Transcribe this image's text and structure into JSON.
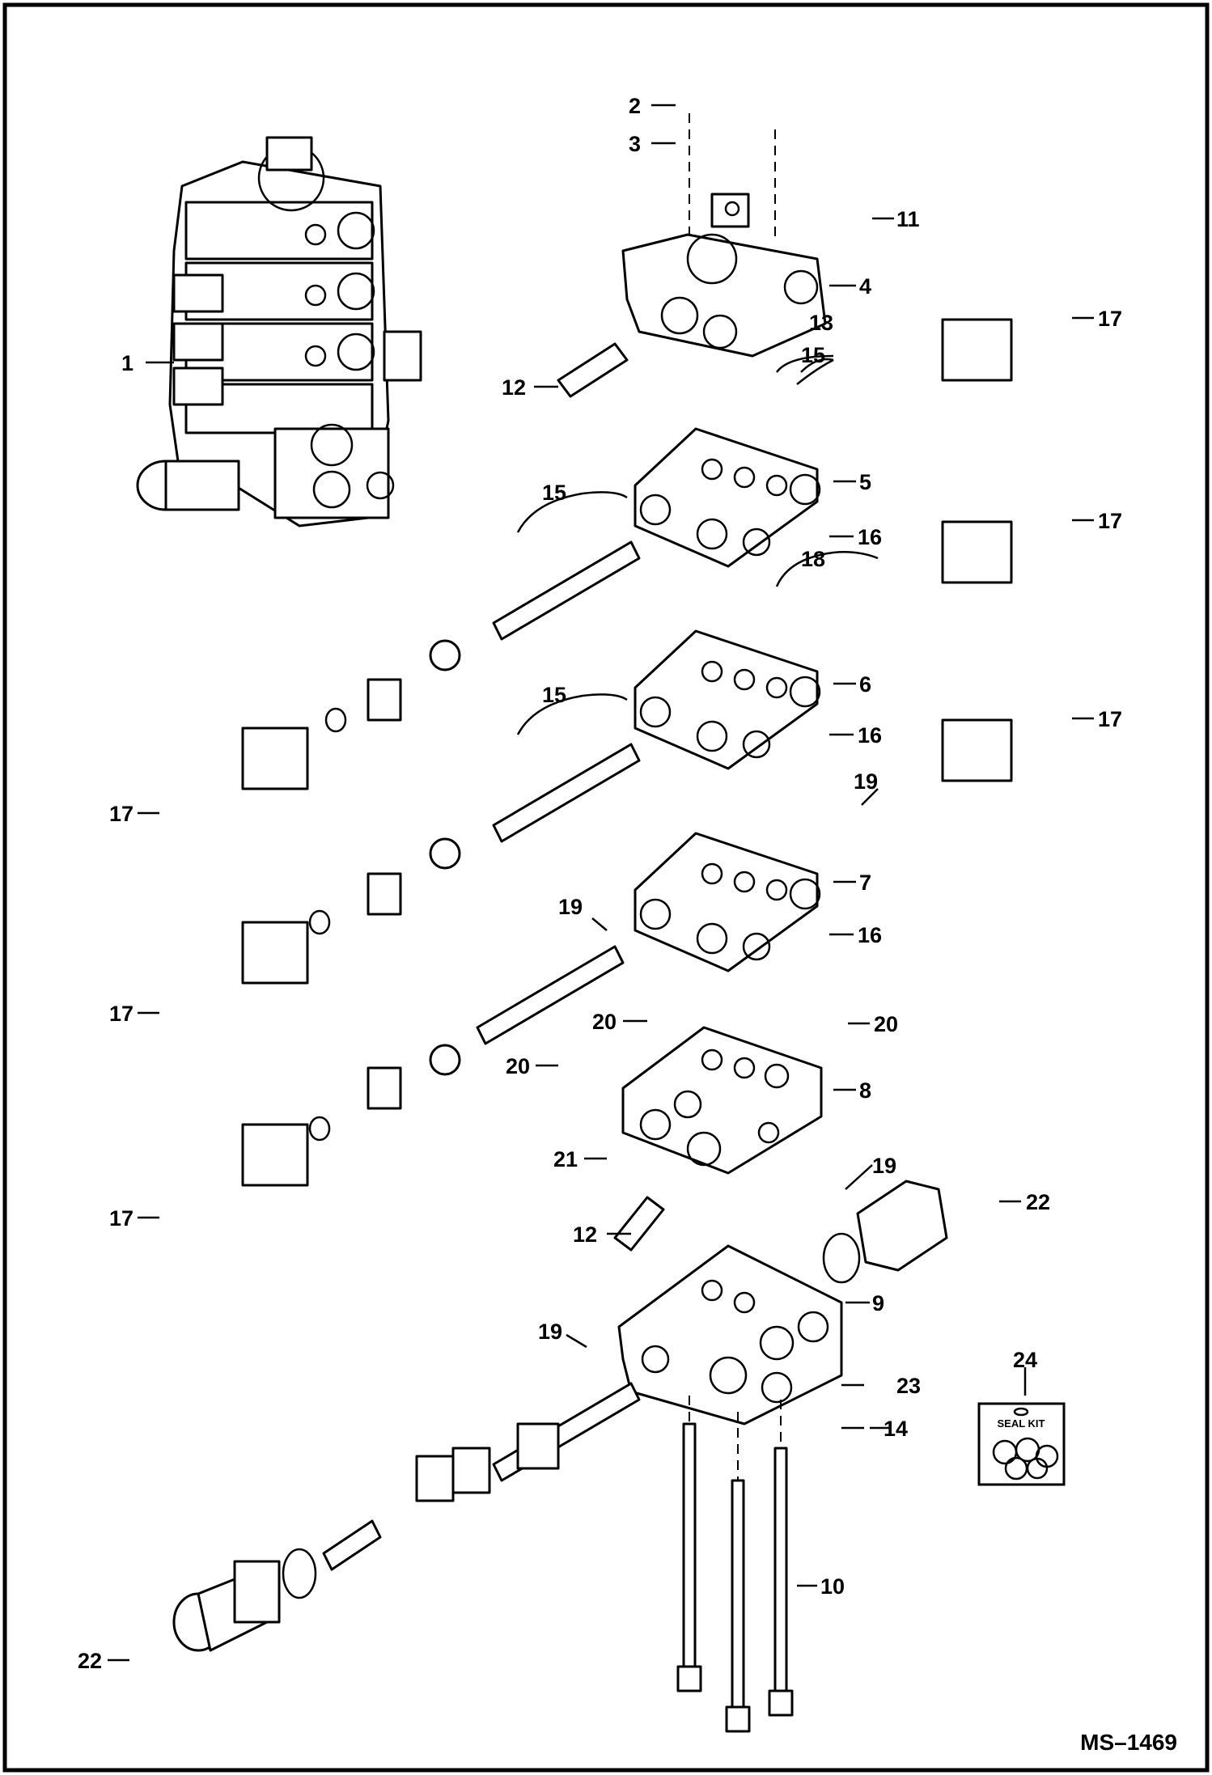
{
  "diagram": {
    "drawing_code": "MS–1469",
    "seal_kit_label": "SEAL KIT",
    "callouts": [
      {
        "id": "c1",
        "label": "1"
      },
      {
        "id": "c2",
        "label": "2"
      },
      {
        "id": "c3",
        "label": "3"
      },
      {
        "id": "c4",
        "label": "4"
      },
      {
        "id": "c5",
        "label": "5"
      },
      {
        "id": "c6",
        "label": "6"
      },
      {
        "id": "c7",
        "label": "7"
      },
      {
        "id": "c8",
        "label": "8"
      },
      {
        "id": "c9",
        "label": "9"
      },
      {
        "id": "c10",
        "label": "10"
      },
      {
        "id": "c11",
        "label": "11"
      },
      {
        "id": "c12a",
        "label": "12"
      },
      {
        "id": "c12b",
        "label": "12"
      },
      {
        "id": "c13",
        "label": "13"
      },
      {
        "id": "c14",
        "label": "14"
      },
      {
        "id": "c15a",
        "label": "15"
      },
      {
        "id": "c15b",
        "label": "15"
      },
      {
        "id": "c15c",
        "label": "15"
      },
      {
        "id": "c16a",
        "label": "16"
      },
      {
        "id": "c16b",
        "label": "16"
      },
      {
        "id": "c16c",
        "label": "16"
      },
      {
        "id": "c17a",
        "label": "17"
      },
      {
        "id": "c17b",
        "label": "17"
      },
      {
        "id": "c17c",
        "label": "17"
      },
      {
        "id": "c17d",
        "label": "17"
      },
      {
        "id": "c17e",
        "label": "17"
      },
      {
        "id": "c17f",
        "label": "17"
      },
      {
        "id": "c18",
        "label": "18"
      },
      {
        "id": "c19a",
        "label": "19"
      },
      {
        "id": "c19b",
        "label": "19"
      },
      {
        "id": "c19c",
        "label": "19"
      },
      {
        "id": "c19d",
        "label": "19"
      },
      {
        "id": "c20a",
        "label": "20"
      },
      {
        "id": "c20b",
        "label": "20"
      },
      {
        "id": "c20c",
        "label": "20"
      },
      {
        "id": "c21",
        "label": "21"
      },
      {
        "id": "c22a",
        "label": "22"
      },
      {
        "id": "c22b",
        "label": "22"
      },
      {
        "id": "c23",
        "label": "23"
      },
      {
        "id": "c24",
        "label": "24"
      }
    ]
  }
}
